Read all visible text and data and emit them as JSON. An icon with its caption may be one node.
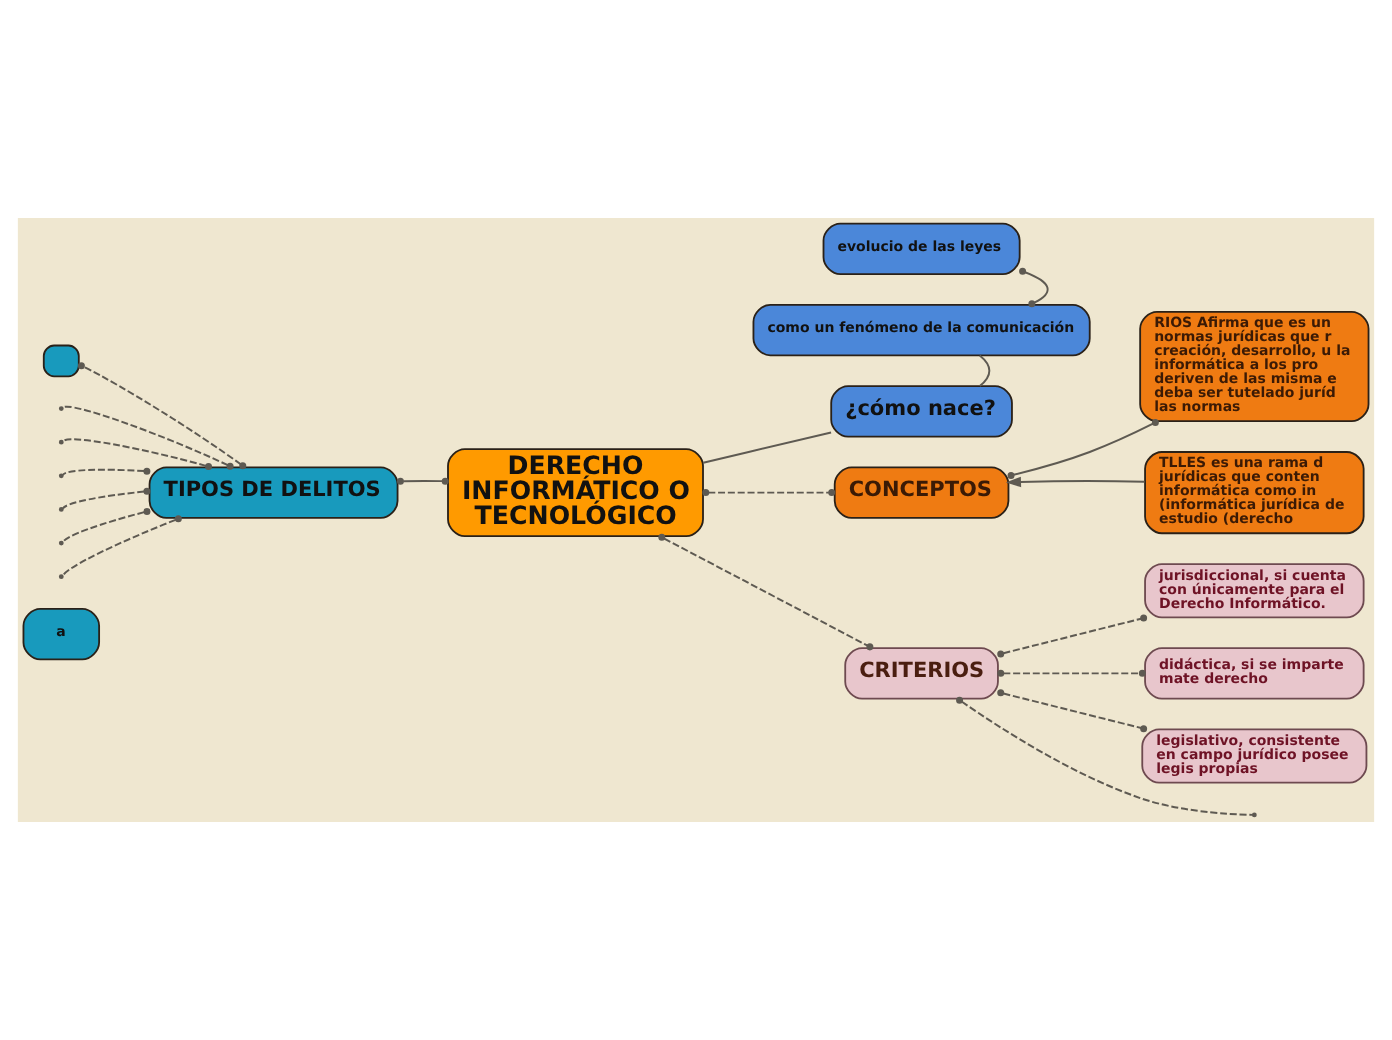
{
  "diagram": {
    "nodes": [
      {
        "text": [
          "DERECHO INFORMÁTICO O TECNOLÓGICO"
        ]
      },
      {
        "text": [
          "¿cómo nace?"
        ]
      },
      {
        "text": [
          "como un fenómeno de la comunicación"
        ]
      },
      {
        "text": [
          "evolucio de las leyes"
        ]
      },
      {
        "text": [
          "TIPOS DE DELITOS"
        ]
      },
      {
        "text": [],
        "shape": "box"
      },
      {
        "text": [
          "a"
        ]
      },
      {
        "text": [
          "CONCEPTOS"
        ]
      },
      {
        "text": [
          "RIOS Afirma que es un normas jurídicas que r creación, desarrollo, u la informática a los pro deriven de las misma e deba ser tutelado juríd las normas"
        ]
      },
      {
        "text": [
          "TLLES es una rama d jurídicas que conten informática como in (informática jurídica de estudio (derecho"
        ]
      },
      {
        "text": [
          "CRITERIOS"
        ]
      },
      {
        "text": [
          "jurisdiccional, si cuenta con únicamente para el Derecho Informático."
        ]
      },
      {
        "text": [
          "didáctica, si se imparte mate derecho"
        ]
      },
      {
        "text": [
          "legislativo, consistente en campo jurídico posee legis propias"
        ]
      }
    ],
    "edges": [
      {
        "from": 0,
        "to": 1,
        "arrow": "none"
      },
      {
        "from": 1,
        "to": 2,
        "arrow": "none"
      },
      {
        "from": 2,
        "to": 3,
        "arrow": "other"
      },
      {
        "from": 0,
        "to": 4,
        "arrow": "other"
      },
      {
        "from": 4,
        "to": null,
        "arrow": "other",
        "style": "dashed"
      },
      {
        "from": 4,
        "to": null,
        "arrow": "other",
        "style": "dashed"
      },
      {
        "from": 4,
        "to": null,
        "arrow": "other",
        "style": "dashed"
      },
      {
        "from": 4,
        "to": 5,
        "arrow": "other",
        "style": "dashed"
      },
      {
        "from": 4,
        "to": null,
        "arrow": "other",
        "style": "dashed"
      },
      {
        "from": 4,
        "to": null,
        "arrow": "other",
        "style": "dashed"
      },
      {
        "from": 4,
        "to": null,
        "arrow": "other",
        "style": "dashed"
      },
      {
        "from": 0,
        "to": 7,
        "arrow": "other",
        "style": "dashed"
      },
      {
        "from": 7,
        "to": 8,
        "arrow": "other"
      },
      {
        "from": 9,
        "to": 7,
        "arrow": "to"
      },
      {
        "from": 0,
        "to": 10,
        "arrow": "other",
        "style": "dashed"
      },
      {
        "from": 10,
        "to": 11,
        "arrow": "other",
        "style": "dashed"
      },
      {
        "from": 10,
        "to": 12,
        "arrow": "other",
        "style": "dashed"
      },
      {
        "from": 10,
        "to": 13,
        "arrow": "other",
        "style": "dashed"
      },
      {
        "from": 10,
        "to": null,
        "arrow": "other",
        "style": "dashed"
      }
    ]
  }
}
